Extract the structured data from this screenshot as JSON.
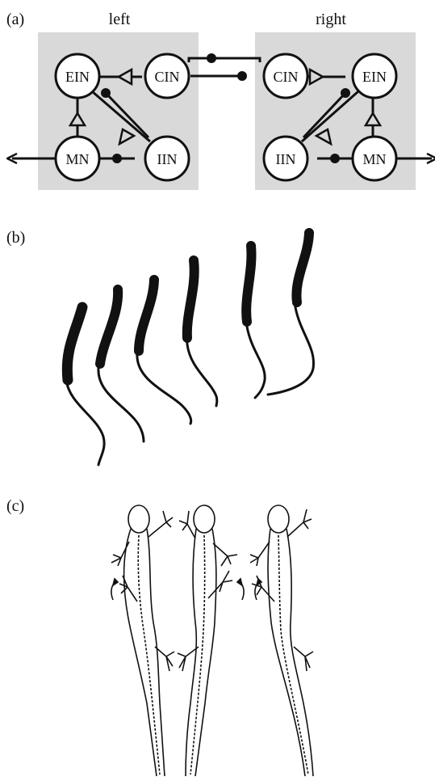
{
  "panels": {
    "a": {
      "label": "(a)"
    },
    "b": {
      "label": "(b)"
    },
    "c": {
      "label": "(c)"
    }
  },
  "sides": {
    "left": "left",
    "right": "right"
  },
  "nodes": {
    "ein": "EIN",
    "cin": "CIN",
    "mn": "MN",
    "iin": "IIN"
  },
  "colors": {
    "box_fill": "#d9d9d9",
    "ink": "#111111"
  }
}
